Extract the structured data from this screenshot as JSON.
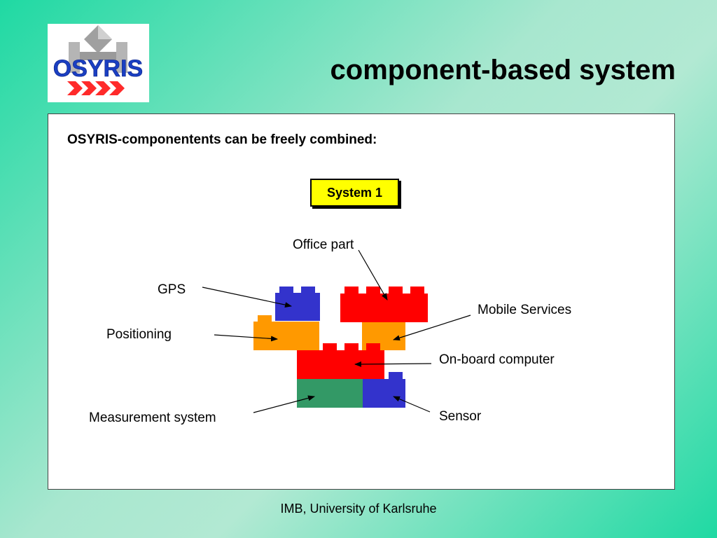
{
  "slide": {
    "title": "component-based system",
    "logo_text": "OSYRIS",
    "heading": "OSYRIS-componentents can be freely combined:",
    "system_label": "System 1",
    "footer": "IMB, University of Karlsruhe"
  },
  "diagram": {
    "labels": {
      "office_part": "Office part",
      "gps": "GPS",
      "positioning": "Positioning",
      "mobile_services": "Mobile Services",
      "onboard_computer": "On-board computer",
      "measurement_system": "Measurement system",
      "sensor": "Sensor"
    }
  },
  "colors": {
    "block_red": "#ff0000",
    "block_blue": "#3333cc",
    "block_orange": "#ff9900",
    "block_green": "#339966",
    "system_fill": "#ffff00",
    "logo_blue": "#1a3fc2",
    "logo_red": "#ff2a2a"
  }
}
